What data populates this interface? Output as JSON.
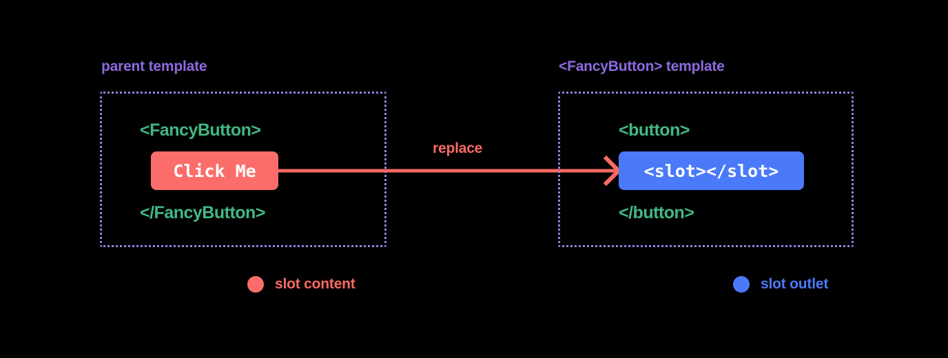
{
  "diagram": {
    "title": "Vue slot content / slot outlet replacement diagram",
    "background": "#000000",
    "colors": {
      "label_purple": "#8d6ae0",
      "box_border_purple": "#9a7fe0",
      "tag_green": "#42b883",
      "slot_content_red": "#fb6d6a",
      "slot_outlet_blue": "#4a7afa",
      "pill_text": "#ffffff"
    }
  },
  "panels": {
    "parent": {
      "label": "parent template",
      "open_tag": "<FancyButton>",
      "close_tag": "</FancyButton>",
      "pill_text": "Click Me"
    },
    "fancy": {
      "label": "<FancyButton> template",
      "open_tag": "<button>",
      "close_tag": "</button>",
      "pill_text": "<slot></slot>"
    }
  },
  "arrow": {
    "label": "replace",
    "icon": "arrow-right-icon",
    "color": "#fb6a63"
  },
  "legend": {
    "items": [
      {
        "label": "slot content",
        "color": "#fb6d6a",
        "dot": "legend-dot-icon"
      },
      {
        "label": "slot outlet",
        "color": "#4a7afa",
        "dot": "legend-dot-icon"
      }
    ]
  }
}
